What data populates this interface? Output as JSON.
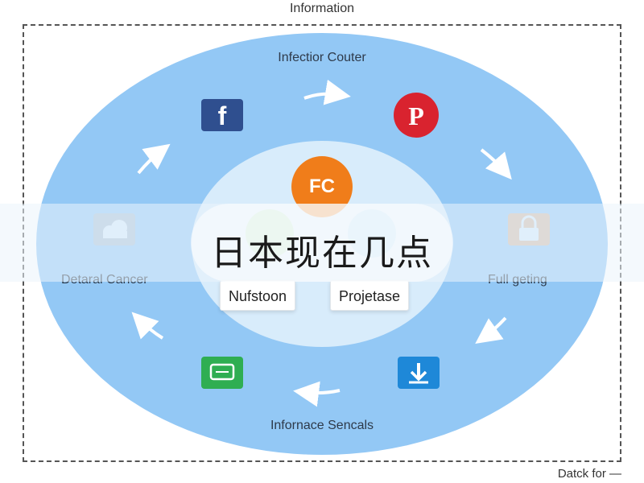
{
  "header": {
    "title": "Information"
  },
  "footer": {
    "label": "Datck for —"
  },
  "diagram": {
    "outer_title": "Infectior Couter",
    "bottom_title": "Infornace Sencals",
    "left_label": "Detaral Cancer",
    "right_label": "Full geting",
    "center_badge": "FC",
    "boxes": {
      "left": "Nufstoon",
      "right": "Projetase"
    },
    "icons": [
      {
        "name": "facebook-icon",
        "color": "#2f4f8f"
      },
      {
        "name": "pinterest-icon",
        "color": "#d9232f"
      },
      {
        "name": "lock-icon",
        "color": "#f7b27a"
      },
      {
        "name": "download-icon",
        "color": "#1e88d8"
      },
      {
        "name": "chat-icon",
        "color": "#2fae52"
      },
      {
        "name": "cloud-icon",
        "color": "#a8adb3"
      }
    ],
    "colors": {
      "outer": "#93c8f5",
      "inner": "#d8ecfb",
      "badge": "#f07d1a"
    }
  },
  "overlay": {
    "text": "日本现在几点"
  }
}
